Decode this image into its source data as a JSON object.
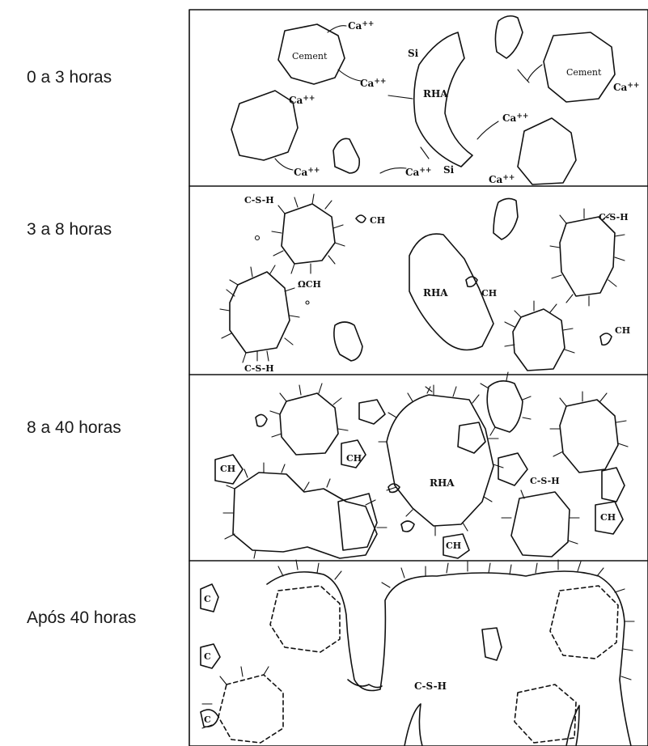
{
  "stages": [
    {
      "label": "0 a 3 horas"
    },
    {
      "label": "3 a 8 horas"
    },
    {
      "label": "8 a 40 horas"
    },
    {
      "label": "Após 40 horas"
    }
  ],
  "panel1": {
    "cement": "Cement",
    "ca": "Ca",
    "ca_sup": "++",
    "rha": "RHA",
    "si": "Si"
  },
  "panel2": {
    "csh": "C-S-H",
    "ch": "CH",
    "rha": "RHA"
  },
  "panel3": {
    "csh": "C-S-H",
    "ch": "CH",
    "rha": "RHA"
  },
  "panel4": {
    "csh": "C-S-H",
    "c": "C"
  }
}
